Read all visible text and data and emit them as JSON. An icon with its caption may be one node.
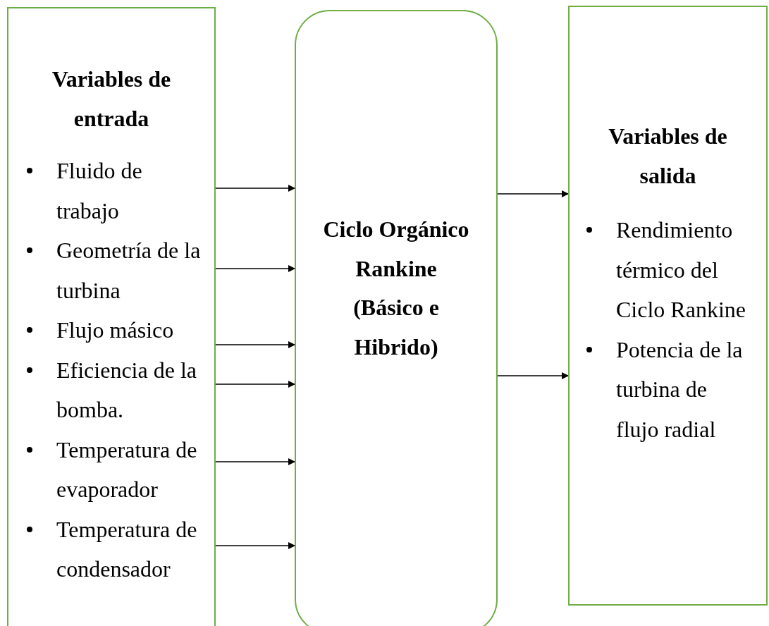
{
  "diagram": {
    "nodes": [
      {
        "text": [
          "Variables de entrada",
          "Fluido de trabajo",
          "Geometría de la turbina",
          "Flujo másico",
          "Eficiencia de la bomba.",
          "Temperatura de evaporador",
          "Temperatura de condensador"
        ]
      },
      {
        "text": [
          "Ciclo Orgánico Rankine (Básico e Hibrido)"
        ]
      },
      {
        "text": [
          "Variables de salida",
          "Rendimiento térmico del Ciclo Rankine",
          "Potencia de la turbina de flujo radial"
        ]
      }
    ],
    "edges": [
      {
        "from": 0,
        "to": 1,
        "arrow": "to"
      },
      {
        "from": 0,
        "to": 1,
        "arrow": "to"
      },
      {
        "from": 0,
        "to": 1,
        "arrow": "to"
      },
      {
        "from": 0,
        "to": 1,
        "arrow": "to"
      },
      {
        "from": 0,
        "to": 1,
        "arrow": "to"
      },
      {
        "from": 0,
        "to": 1,
        "arrow": "to"
      },
      {
        "from": 1,
        "to": 2,
        "arrow": "to"
      },
      {
        "from": 1,
        "to": 2,
        "arrow": "to"
      }
    ]
  }
}
